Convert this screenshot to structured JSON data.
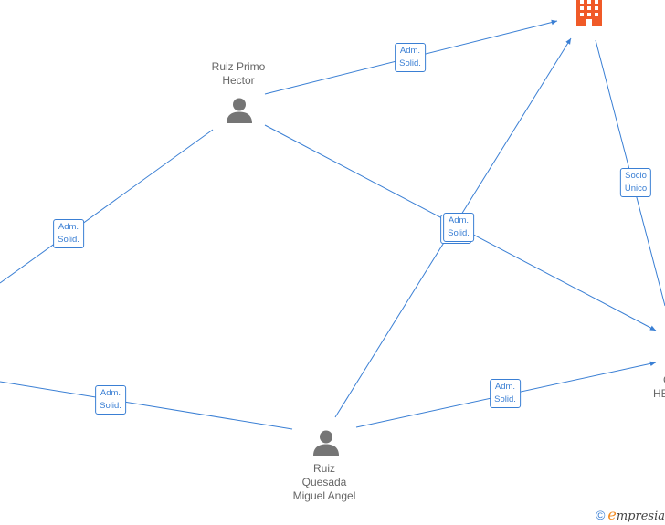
{
  "nodes": {
    "ruiz_primo": {
      "name_line1": "Ruiz Primo",
      "name_line2": "Hector",
      "icon": "person-icon"
    },
    "ruiz_quesada": {
      "name_line1": "Ruiz",
      "name_line2": "Quesada",
      "name_line3": "Miguel Angel",
      "icon": "person-icon"
    },
    "company_top": {
      "icon": "building-icon",
      "color": "#f05a28"
    },
    "company_right": {
      "label_line1": "C",
      "label_line2": "HE"
    }
  },
  "relations": {
    "primo_to_company": {
      "line1": "Adm.",
      "line2": "Solid."
    },
    "primo_to_left": {
      "line1": "Adm.",
      "line2": "Solid."
    },
    "center_double": {
      "line1": "Adm.",
      "line2": "Solid."
    },
    "company_socio": {
      "line1": "Socio",
      "line2": "Único"
    },
    "quesada_to_left": {
      "line1": "Adm.",
      "line2": "Solid."
    },
    "quesada_to_right": {
      "line1": "Adm.",
      "line2": "Solid."
    }
  },
  "footer": {
    "copyright": "©",
    "brand_initial": "e",
    "brand_rest": "mpresia"
  },
  "colors": {
    "edge": "#3a7fd4",
    "person": "#757575",
    "company": "#f05a28",
    "label": "#666666"
  }
}
